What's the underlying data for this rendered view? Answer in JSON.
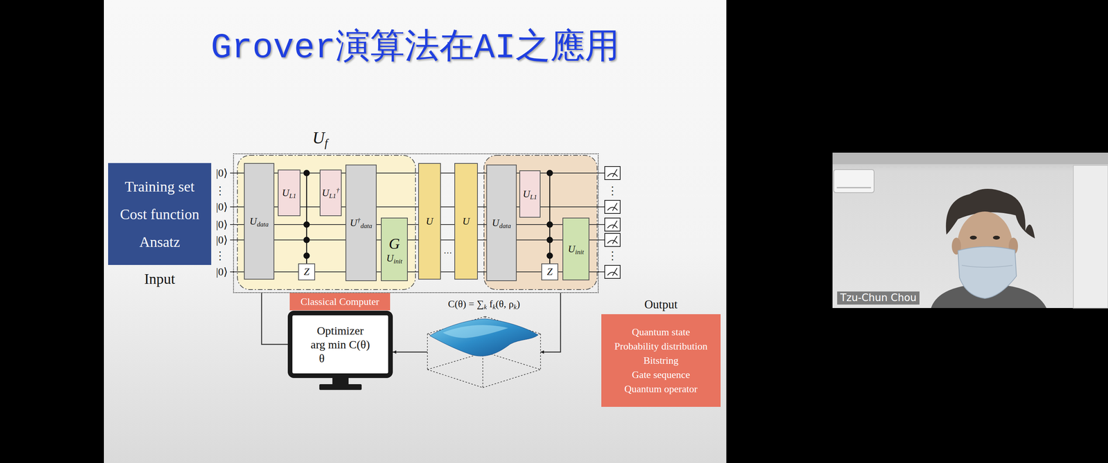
{
  "diagram": {
    "title": "Grover演算法在AI之應用",
    "nodes": [
      {
        "text": [
          "Uf"
        ]
      },
      {
        "text": [
          "Udata"
        ],
        "in": 0
      },
      {
        "text": [
          "UL1"
        ],
        "in": 0
      },
      {
        "text": [
          "Z"
        ],
        "in": 0
      },
      {
        "text": [
          "UL1†"
        ],
        "in": 0
      },
      {
        "text": [
          "U†data"
        ],
        "in": 0
      },
      {
        "text": [
          "G",
          "Uinit"
        ],
        "in": 0
      },
      {
        "text": [
          "U"
        ],
        "in": 0
      },
      {
        "text": [
          "U"
        ],
        "in": 0
      },
      {
        "text": [
          "Udata"
        ],
        "in": 0
      },
      {
        "text": [
          "UL1"
        ],
        "in": 0
      },
      {
        "text": [
          "Z"
        ],
        "in": 0
      },
      {
        "text": [
          "Uinit"
        ],
        "in": 0
      },
      {
        "text": [
          "Training set",
          "Cost function",
          "Ansatz",
          "Input"
        ]
      },
      {
        "text": [
          "Classical Computer"
        ]
      },
      {
        "text": [
          "C(θ) = ∑k fk(θ, ρk)"
        ]
      },
      {
        "text": [
          "Optimizer",
          "arg min C(θ)",
          "θ"
        ]
      },
      {
        "text": [
          "Output",
          "Quantum state",
          "Probability distribution",
          "Bitstring",
          "Gate sequence",
          "Quantum operator"
        ]
      }
    ],
    "edges": [
      {
        "from": 0,
        "to": 15,
        "arrow": "to"
      },
      {
        "from": 15,
        "to": 16,
        "arrow": "to"
      },
      {
        "from": 16,
        "to": 0,
        "arrow": "none"
      }
    ],
    "labels": [
      "|0⟩",
      "⋮",
      "|0⟩",
      "|0⟩",
      "|0⟩",
      "⋮",
      "|0⟩",
      "…",
      "⋮",
      "⋮",
      "Tzu-Chun Chou"
    ]
  }
}
